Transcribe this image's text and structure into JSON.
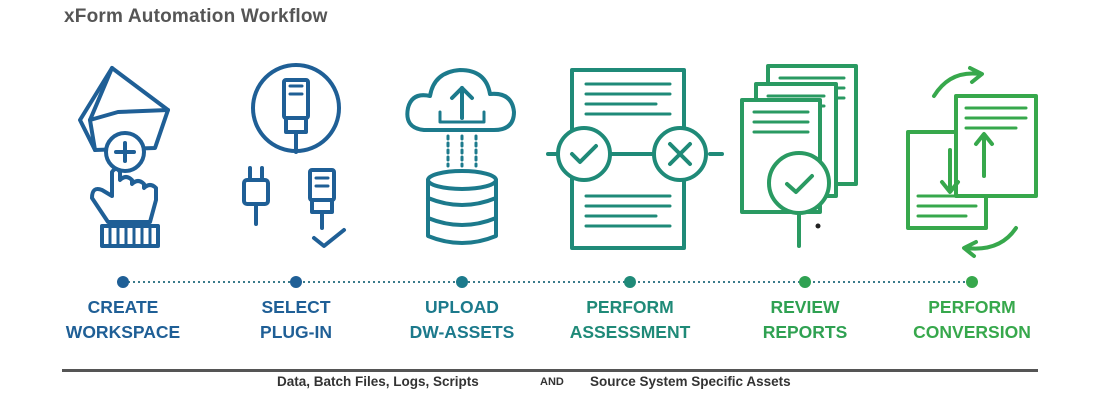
{
  "title": "xForm Automation Workflow",
  "colors": {
    "blue": "#1f5f96",
    "teal1": "#1c7a8c",
    "teal2": "#1f8a78",
    "green1": "#2a9a62",
    "green2": "#2fa152",
    "green3": "#37a84c",
    "gray": "#555555"
  },
  "steps": [
    {
      "line1": "CREATE",
      "line2": "WORKSPACE",
      "icon": "workspace-hand-icon"
    },
    {
      "line1": "SELECT",
      "line2": "PLUG-IN",
      "icon": "plugin-icon"
    },
    {
      "line1": "UPLOAD",
      "line2": "DW-ASSETS",
      "icon": "cloud-upload-database-icon"
    },
    {
      "line1": "PERFORM",
      "line2": "ASSESSMENT",
      "icon": "assessment-document-icon"
    },
    {
      "line1": "REVIEW",
      "line2": "REPORTS",
      "icon": "review-reports-icon"
    },
    {
      "line1": "PERFORM",
      "line2": "CONVERSION",
      "icon": "conversion-documents-icon"
    }
  ],
  "footer": {
    "left": "Data, Batch Files, Logs, Scripts",
    "and": "AND",
    "right": "Source System Specific Assets"
  }
}
